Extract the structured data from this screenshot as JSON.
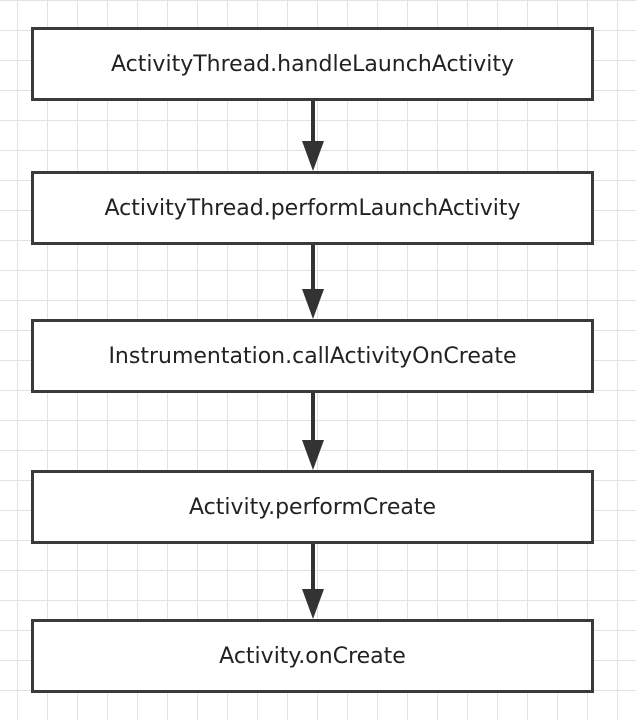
{
  "flowchart": {
    "nodes": [
      {
        "label": "ActivityThread.handleLaunchActivity"
      },
      {
        "label": "ActivityThread.performLaunchActivity"
      },
      {
        "label": "Instrumentation.callActivityOnCreate"
      },
      {
        "label": "Activity.performCreate"
      },
      {
        "label": "Activity.onCreate"
      }
    ]
  },
  "colors": {
    "box_border": "#3a3a3a",
    "arrow": "#333333",
    "grid": "#e2e2e2",
    "background": "#ffffff",
    "text": "#222222"
  }
}
